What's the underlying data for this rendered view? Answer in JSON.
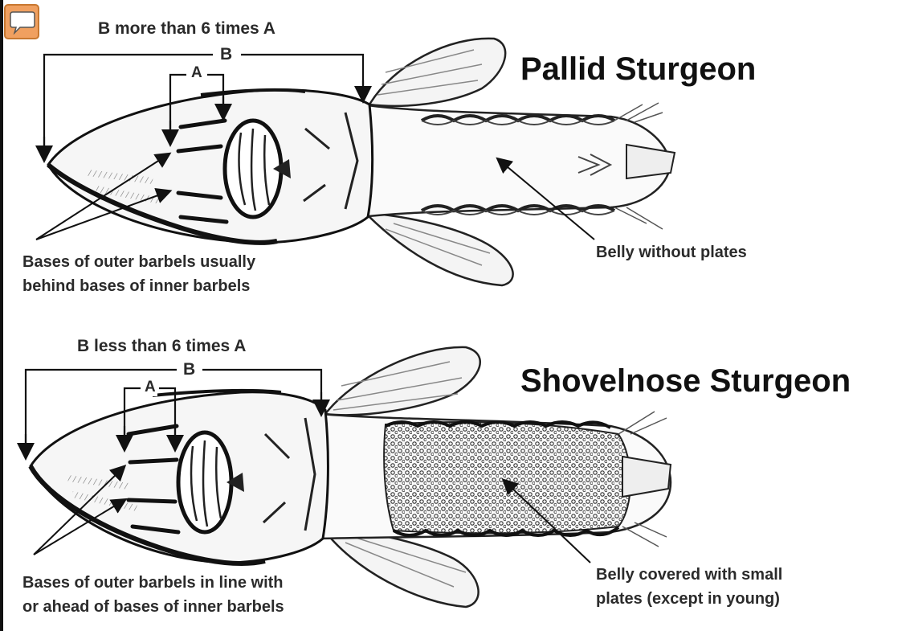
{
  "comment_button": {
    "icon": "speech-bubble-icon",
    "color": "#f0a060"
  },
  "pallid": {
    "title": "Pallid Sturgeon",
    "ratio_label": "B more than 6 times A",
    "label_b": "B",
    "label_a": "A",
    "barbel_note": [
      "Bases of outer barbels usually",
      "behind bases of inner barbels"
    ],
    "belly_note": "Belly without plates"
  },
  "shovelnose": {
    "title": "Shovelnose Sturgeon",
    "ratio_label": "B less than 6 times A",
    "label_b": "B",
    "label_a": "A",
    "barbel_note": [
      "Bases of outer barbels in line with",
      "or ahead of bases of inner barbels"
    ],
    "belly_note": [
      "Belly covered with small",
      "plates (except in young)"
    ]
  }
}
